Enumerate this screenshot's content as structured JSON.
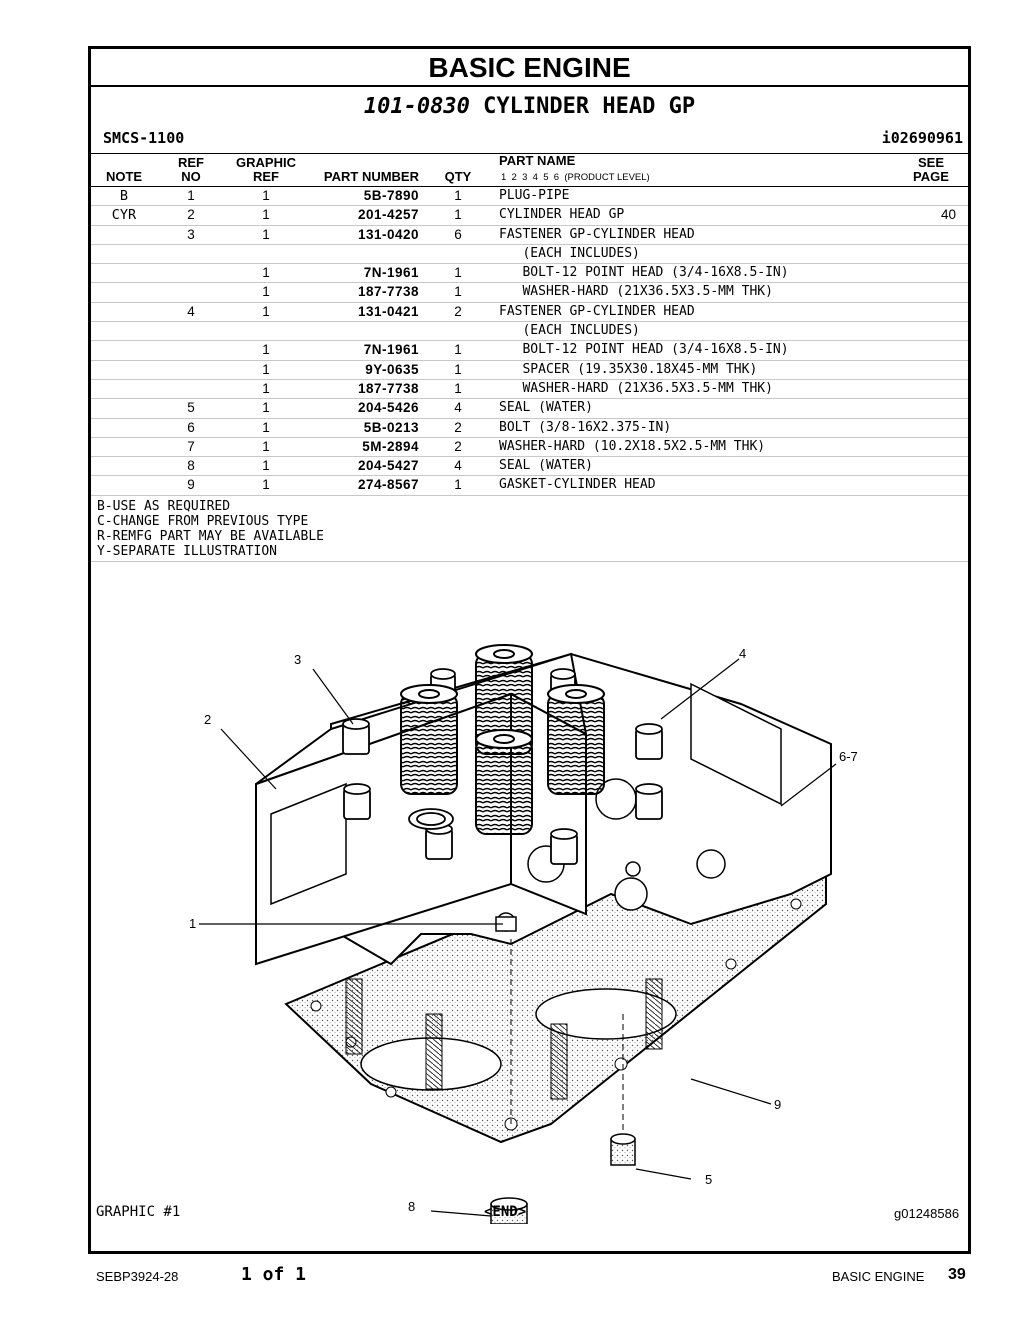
{
  "header": {
    "title": "BASIC ENGINE",
    "part_number": "101-0830",
    "part_desc": "CYLINDER HEAD GP",
    "smcs": "SMCS-1100",
    "doc_id": "i02690961"
  },
  "columns": {
    "note": "NOTE",
    "ref_top": "REF",
    "ref_bottom": "NO",
    "gref_top": "GRAPHIC",
    "gref_bottom": "REF",
    "part_number": "PART NUMBER",
    "qty": "QTY",
    "part_name": "PART NAME",
    "levels": "1  2  3  4  5  6  (PRODUCT LEVEL)",
    "see_top": "SEE",
    "see_bottom": "PAGE"
  },
  "rows": [
    {
      "note": "B",
      "ref": "1",
      "gref": "1",
      "part": "5B-7890",
      "qty": "1",
      "name": "PLUG-PIPE",
      "see": ""
    },
    {
      "note": "CYR",
      "ref": "2",
      "gref": "1",
      "part": "201-4257",
      "qty": "1",
      "name": "CYLINDER HEAD GP",
      "see": "40"
    },
    {
      "note": "",
      "ref": "3",
      "gref": "1",
      "part": "131-0420",
      "qty": "6",
      "name": "FASTENER GP-CYLINDER HEAD",
      "see": ""
    },
    {
      "note": "",
      "ref": "",
      "gref": "",
      "part": "",
      "qty": "",
      "name": "   (EACH INCLUDES)",
      "see": ""
    },
    {
      "note": "",
      "ref": "",
      "gref": "1",
      "part": "7N-1961",
      "qty": "1",
      "name": "   BOLT-12 POINT HEAD (3/4-16X8.5-IN)",
      "see": ""
    },
    {
      "note": "",
      "ref": "",
      "gref": "1",
      "part": "187-7738",
      "qty": "1",
      "name": "   WASHER-HARD (21X36.5X3.5-MM THK)",
      "see": ""
    },
    {
      "note": "",
      "ref": "4",
      "gref": "1",
      "part": "131-0421",
      "qty": "2",
      "name": "FASTENER GP-CYLINDER HEAD",
      "see": ""
    },
    {
      "note": "",
      "ref": "",
      "gref": "",
      "part": "",
      "qty": "",
      "name": "   (EACH INCLUDES)",
      "see": ""
    },
    {
      "note": "",
      "ref": "",
      "gref": "1",
      "part": "7N-1961",
      "qty": "1",
      "name": "   BOLT-12 POINT HEAD (3/4-16X8.5-IN)",
      "see": ""
    },
    {
      "note": "",
      "ref": "",
      "gref": "1",
      "part": "9Y-0635",
      "qty": "1",
      "name": "   SPACER (19.35X30.18X45-MM THK)",
      "see": ""
    },
    {
      "note": "",
      "ref": "",
      "gref": "1",
      "part": "187-7738",
      "qty": "1",
      "name": "   WASHER-HARD (21X36.5X3.5-MM THK)",
      "see": ""
    },
    {
      "note": "",
      "ref": "5",
      "gref": "1",
      "part": "204-5426",
      "qty": "4",
      "name": "SEAL (WATER)",
      "see": ""
    },
    {
      "note": "",
      "ref": "6",
      "gref": "1",
      "part": "5B-0213",
      "qty": "2",
      "name": "BOLT (3/8-16X2.375-IN)",
      "see": ""
    },
    {
      "note": "",
      "ref": "7",
      "gref": "1",
      "part": "5M-2894",
      "qty": "2",
      "name": "WASHER-HARD (10.2X18.5X2.5-MM THK)",
      "see": ""
    },
    {
      "note": "",
      "ref": "8",
      "gref": "1",
      "part": "204-5427",
      "qty": "4",
      "name": "SEAL (WATER)",
      "see": ""
    },
    {
      "note": "",
      "ref": "9",
      "gref": "1",
      "part": "274-8567",
      "qty": "1",
      "name": "GASKET-CYLINDER HEAD",
      "see": ""
    }
  ],
  "notes": [
    "B-USE AS REQUIRED",
    "C-CHANGE FROM PREVIOUS TYPE",
    "R-REMFG PART MAY BE AVAILABLE",
    "Y-SEPARATE ILLUSTRATION"
  ],
  "graphic": {
    "callouts": {
      "c1": "1",
      "c2": "2",
      "c3": "3",
      "c4": "4",
      "c5": "5",
      "c67": "6-7",
      "c8": "8",
      "c9": "9"
    },
    "label": "GRAPHIC #1",
    "end": "<END>",
    "image_id": "g01248586"
  },
  "footer": {
    "doc": "SEBP3924-28",
    "page_of": "1 of 1",
    "section": "BASIC ENGINE",
    "page": "39"
  }
}
